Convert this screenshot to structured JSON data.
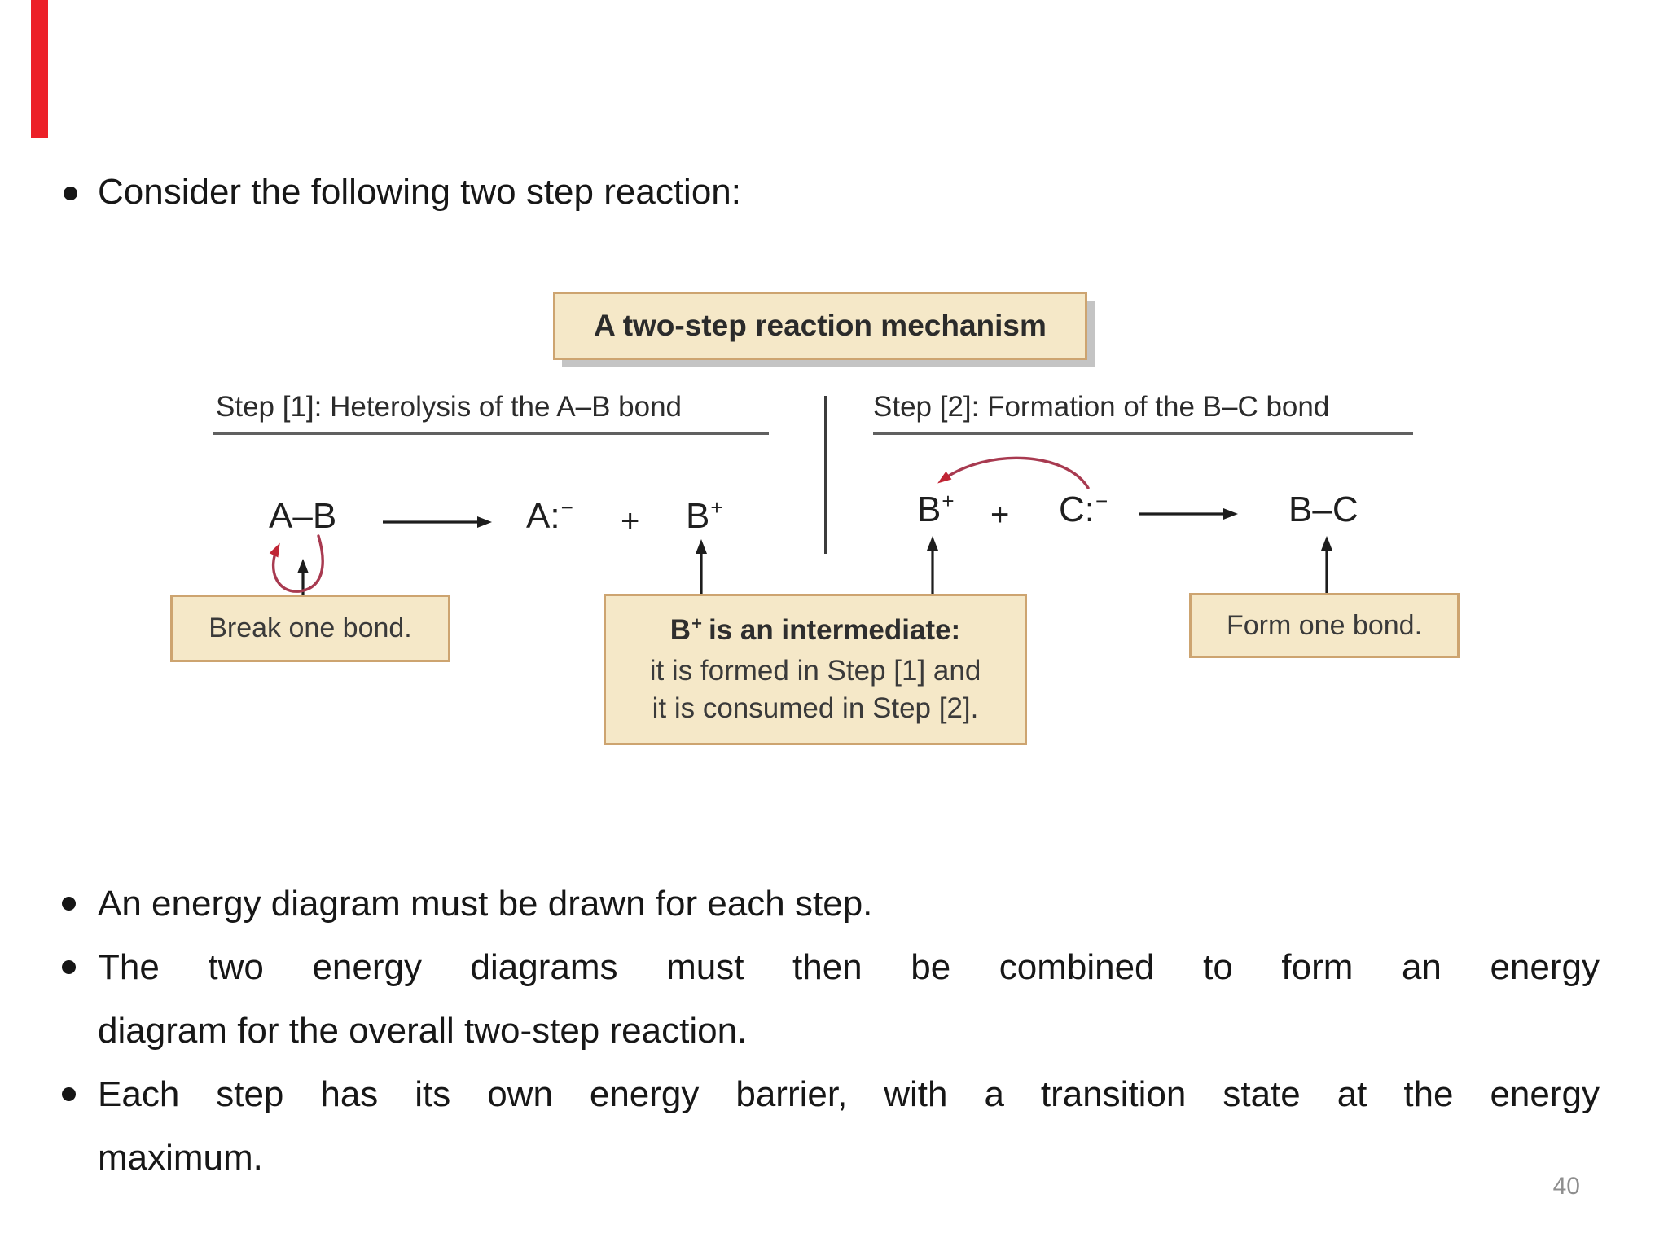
{
  "slide": {
    "accent_bar_color": "#ec2028",
    "page_number": "40",
    "intro_bullet": "Consider the following two step reaction:",
    "body_lines": [
      {
        "text": "An energy diagram must be drawn for each step."
      },
      {
        "text": "The two energy diagrams must then be combined to form an energy"
      },
      {
        "text": "diagram for the overall two-step reaction."
      },
      {
        "text": "Each step has its own energy barrier, with a transition state at the energy"
      },
      {
        "text": "maximum."
      }
    ]
  },
  "figure": {
    "title": "A two-step reaction mechanism",
    "step1": {
      "header": "Step [1]: Heterolysis of the A–B bond",
      "reactant": "A–B",
      "product_anion_base": "A:",
      "product_anion_charge": "−",
      "plus": "+",
      "product_cation_base": "B",
      "product_cation_charge": "+"
    },
    "step2": {
      "header": "Step [2]: Formation of the B–C bond",
      "cation_base": "B",
      "cation_charge": "+",
      "plus": "+",
      "anion_base": "C:",
      "anion_charge": "−",
      "product": "B–C"
    },
    "callouts": {
      "break_bond": "Break one bond.",
      "intermediate_bold_base": "B",
      "intermediate_bold_charge": "+",
      "intermediate_bold_rest": "is an intermediate:",
      "intermediate_line2": "it is formed in Step [1] and",
      "intermediate_line3": "it is consumed in Step [2].",
      "form_bond": "Form one bond."
    },
    "colors": {
      "callout_fill": "#f5e8c8",
      "callout_border": "#cda470",
      "red_arrow": "#a83a50",
      "figure_text": "#262626"
    }
  }
}
